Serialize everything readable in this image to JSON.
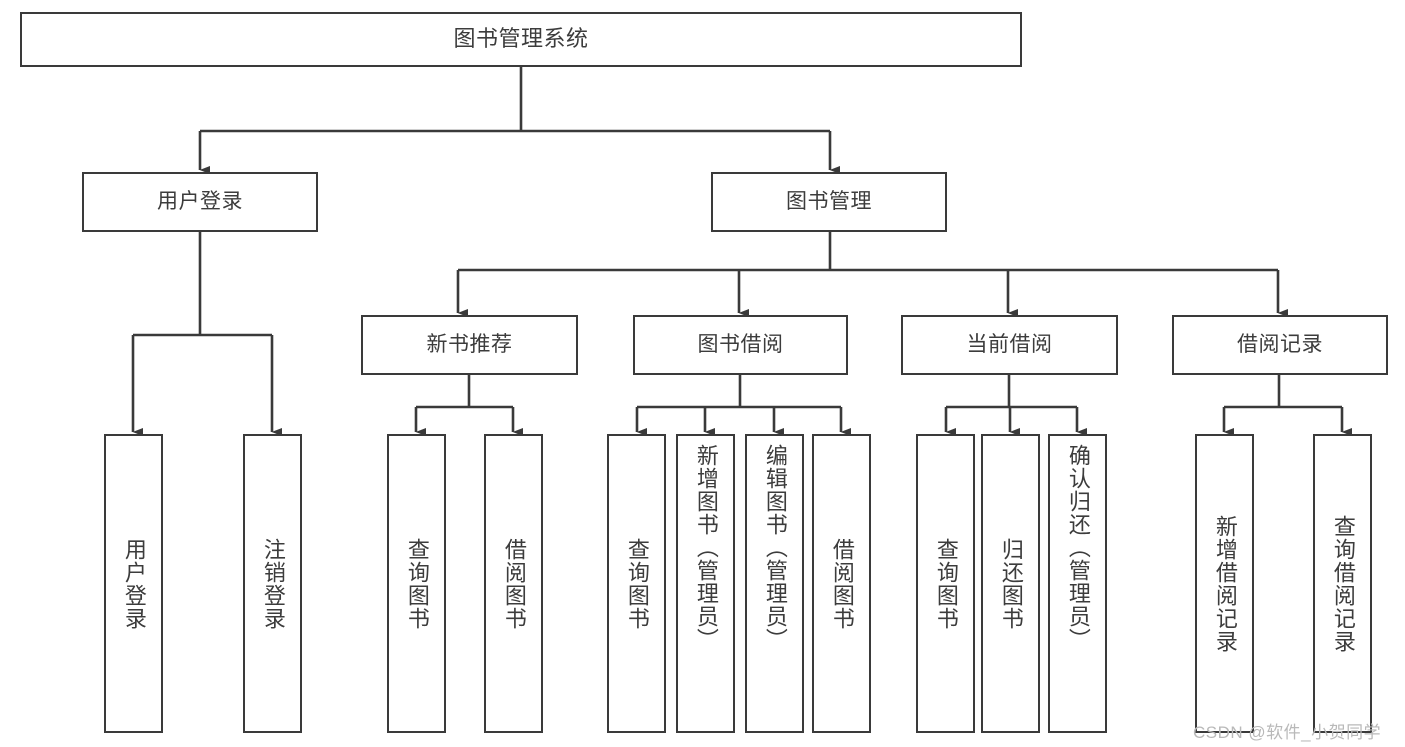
{
  "diagram": {
    "type": "tree",
    "title": "图书管理系统",
    "orientation": "top-down",
    "colors": {
      "box_border": "#3a3a3a",
      "box_fill": "#ffffff",
      "text": "#3c3c3c",
      "edge": "#3a3a3a",
      "background": "#ffffff",
      "watermark": "#b9b9b9"
    },
    "nodes": {
      "root": {
        "label": "图书管理系统"
      },
      "level1": [
        {
          "label": "用户登录"
        },
        {
          "label": "图书管理"
        }
      ],
      "level2": [
        {
          "label": "新书推荐"
        },
        {
          "label": "图书借阅"
        },
        {
          "label": "当前借阅"
        },
        {
          "label": "借阅记录"
        }
      ],
      "leaves_user_login": [
        {
          "label": "用户登录"
        },
        {
          "label": "注销登录"
        }
      ],
      "leaves_new_book": [
        {
          "label": "查询图书"
        },
        {
          "label": "借阅图书"
        }
      ],
      "leaves_borrow": [
        {
          "label": "查询图书"
        },
        {
          "label": "新增图书（管理员）"
        },
        {
          "label": "编辑图书（管理员）"
        },
        {
          "label": "借阅图书"
        }
      ],
      "leaves_current": [
        {
          "label": "查询图书"
        },
        {
          "label": "归还图书"
        },
        {
          "label": "确认归还（管理员）"
        }
      ],
      "leaves_record": [
        {
          "label": "新增借阅记录"
        },
        {
          "label": "查询借阅记录"
        }
      ]
    },
    "watermark": "CSDN @软件_小贺同学"
  }
}
